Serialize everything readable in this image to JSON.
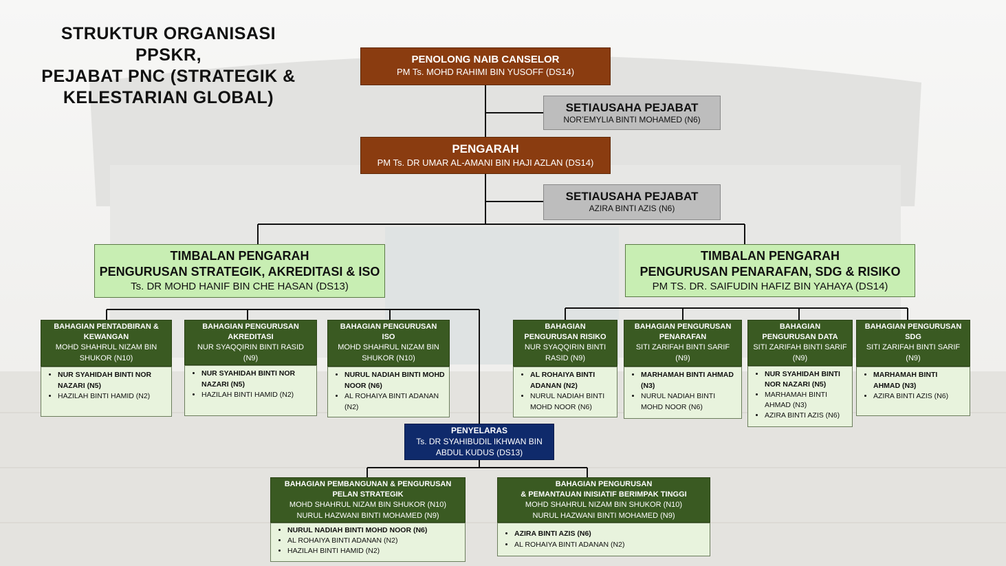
{
  "title": {
    "line1": "STRUKTUR ORGANISASI PPSKR,",
    "line2": "PEJABAT PNC (STRATEGIK &",
    "line3": "KELESTARIAN GLOBAL)"
  },
  "colors": {
    "leadership": "#8a3c10",
    "secretary": "#bdbdbd",
    "deputy": "#c8eeb3",
    "division_header": "#3a5a22",
    "division_staff": "#e8f3dd",
    "coordinator": "#0f2a6b"
  },
  "nodes": {
    "pnc": {
      "title": "PENOLONG NAIB CANSELOR",
      "name": "PM Ts. MOHD RAHIMI BIN YUSOFF (DS14)"
    },
    "sec1": {
      "title": "SETIAUSAHA PEJABAT",
      "name": "NOR’EMYLIA BINTI MOHAMED (N6)"
    },
    "pengarah": {
      "title": "PENGARAH",
      "name": "PM Ts. DR UMAR AL-AMANI BIN HAJI AZLAN (DS14)"
    },
    "sec2": {
      "title": "SETIAUSAHA PEJABAT",
      "name": "AZIRA BINTI AZIS (N6)"
    },
    "tp1": {
      "title1": "TIMBALAN PENGARAH",
      "title2": "PENGURUSAN STRATEGIK, AKREDITASI & ISO",
      "name": "Ts. DR MOHD HANIF BIN CHE HASAN (DS13)"
    },
    "tp2": {
      "title1": "TIMBALAN PENGARAH",
      "title2": "PENGURUSAN PENARAFAN, SDG & RISIKO",
      "name": "PM TS. DR. SAIFUDIN HAFIZ BIN YAHAYA (DS14)"
    },
    "coord": {
      "title": "PENYELARAS",
      "name1": "Ts. DR SYAHIBUDIL IKHWAN BIN",
      "name2": "ABDUL KUDUS (DS13)"
    }
  },
  "units": [
    {
      "title1": "BAHAGIAN PENTADBIRAN &",
      "title2": "KEWANGAN",
      "head1": "MOHD SHAHRUL NIZAM BIN",
      "head2": "SHUKOR (N10)",
      "staff": [
        "NUR SYAHIDAH BINTI NOR NAZARI (N5)",
        "HAZILAH BINTI HAMID (N2)"
      ]
    },
    {
      "title1": "BAHAGIAN PENGURUSAN",
      "title2": "AKREDITASI",
      "head1": "NUR SYAQQIRIN BINTI RASID",
      "head2": "(N9)",
      "staff": [
        "NUR SYAHIDAH BINTI NOR NAZARI (N5)",
        "HAZILAH BINTI HAMID (N2)"
      ]
    },
    {
      "title1": "BAHAGIAN PENGURUSAN",
      "title2": "ISO",
      "head1": "MOHD SHAHRUL NIZAM BIN",
      "head2": "SHUKOR (N10)",
      "staff": [
        "NURUL NADIAH BINTI MOHD NOOR (N6)",
        "AL ROHAIYA BINTI ADANAN (N2)"
      ]
    },
    {
      "title1": "BAHAGIAN",
      "title2": "PENGURUSAN RISIKO",
      "head1": "NUR SYAQQIRIN BINTI",
      "head2": "RASID (N9)",
      "staff": [
        "AL ROHAIYA BINTI ADANAN (N2)",
        "NURUL NADIAH BINTI MOHD NOOR (N6)"
      ]
    },
    {
      "title1": "BAHAGIAN PENGURUSAN",
      "title2": "PENARAFAN",
      "head1": "SITI ZARIFAH BINTI SARIF",
      "head2": "(N9)",
      "staff": [
        "MARHAMAH BINTI AHMAD (N3)",
        "NURUL NADIAH BINTI MOHD NOOR (N6)"
      ]
    },
    {
      "title1": "BAHAGIAN",
      "title2": "PENGURUSAN  DATA",
      "head1": "SITI ZARIFAH BINTI SARIF",
      "head2": "(N9)",
      "staff": [
        "NUR SYAHIDAH BINTI NOR NAZARI (N5)",
        "MARHAMAH BINTI AHMAD (N3)",
        "AZIRA BINTI AZIS (N6)"
      ]
    },
    {
      "title1": "BAHAGIAN PENGURUSAN",
      "title2": "SDG",
      "head1": "SITI ZARIFAH BINTI SARIF",
      "head2": "(N9)",
      "staff": [
        "MARHAMAH BINTI AHMAD (N3)",
        "AZIRA BINTI AZIS (N6)"
      ]
    }
  ],
  "bottom_units": [
    {
      "title1": "BAHAGIAN PEMBANGUNAN & PENGURUSAN",
      "title2": "PELAN STRATEGIK",
      "head1": "MOHD SHAHRUL NIZAM BIN SHUKOR (N10)",
      "head2": "NURUL HAZWANI BINTI MOHAMED (N9)",
      "staff": [
        "NURUL NADIAH BINTI MOHD NOOR (N6)",
        "AL ROHAIYA BINTI ADANAN (N2)",
        "HAZILAH BINTI HAMID (N2)"
      ]
    },
    {
      "title1": "BAHAGIAN PENGURUSAN",
      "title2": "& PEMANTAUAN INISIATIF BERIMPAK TINGGI",
      "head1": "MOHD SHAHRUL NIZAM BIN SHUKOR (N10)",
      "head2": "NURUL HAZWANI BINTI MOHAMED (N9)",
      "staff": [
        "AZIRA BINTI AZIS (N6)",
        "AL ROHAIYA BINTI ADANAN (N2)"
      ]
    }
  ]
}
